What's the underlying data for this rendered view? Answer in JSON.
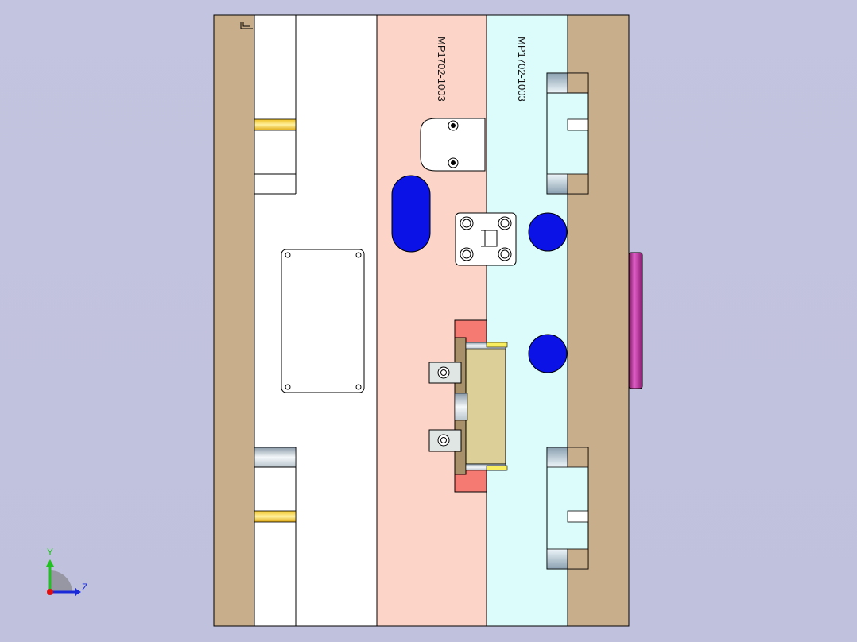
{
  "view": {
    "plate_labels": [
      "MP1702-1003",
      "MP1702-1003"
    ],
    "triad": {
      "y_label": "Y",
      "z_label": "Z"
    }
  },
  "colors": {
    "background": "#c2c3de",
    "clamp_plate": "#c8ae8a",
    "cavity_plate": "#fdd5c8",
    "core_plate": "#dcfcfc",
    "water_channel": "#0a12e6",
    "sprue_bushing": "#d545b8",
    "slider_insert": "#dccf98",
    "heel_block": "#f47a72"
  }
}
